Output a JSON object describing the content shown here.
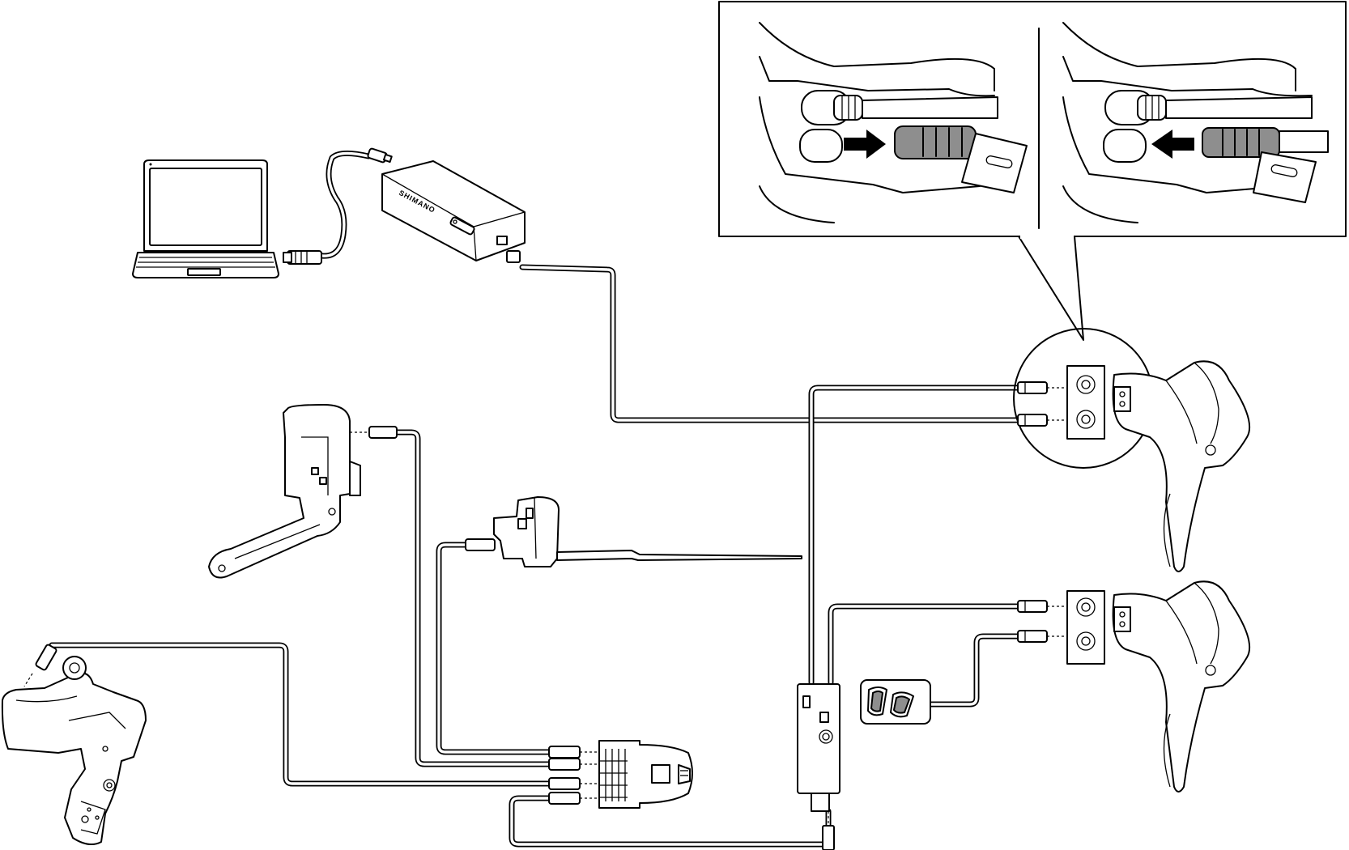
{
  "diagram": {
    "brand_label": "SHIMANO",
    "components": [
      "laptop-computer",
      "pc-interface-device",
      "front-derailleur",
      "battery-mount",
      "rear-derailleur",
      "junction-a",
      "junction-b",
      "remote-switch",
      "dual-control-lever-right",
      "dual-control-lever-left"
    ],
    "callout": {
      "panels": [
        "insert-plug",
        "plug-connected"
      ]
    }
  }
}
